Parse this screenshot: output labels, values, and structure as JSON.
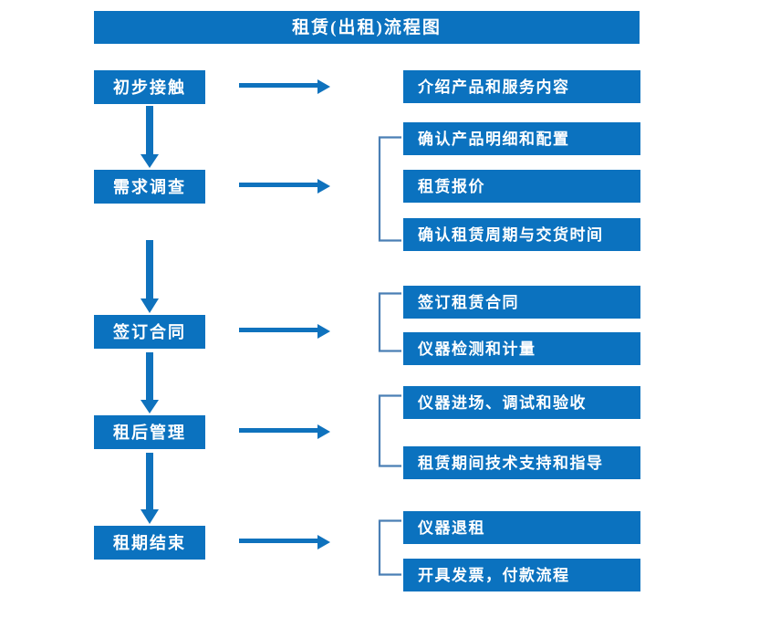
{
  "diagram": {
    "title": "租赁(出租)流程图",
    "colors": {
      "box_fill": "#0b72bf",
      "box_text": "#ffffff",
      "arrow": "#0f72bd",
      "bracket": "#4a7fb5",
      "background": "#ffffff"
    },
    "stages": [
      {
        "id": "stage-1",
        "label": "初步接触"
      },
      {
        "id": "stage-2",
        "label": "需求调查"
      },
      {
        "id": "stage-3",
        "label": "签订合同"
      },
      {
        "id": "stage-4",
        "label": "租后管理"
      },
      {
        "id": "stage-5",
        "label": "租期结束"
      }
    ],
    "detail_groups": [
      {
        "id": "group-1",
        "stage": "初步接触",
        "has_bracket": false,
        "items": [
          {
            "label": "介绍产品和服务内容"
          }
        ]
      },
      {
        "id": "group-2",
        "stage": "需求调查",
        "has_bracket": true,
        "items": [
          {
            "label": "确认产品明细和配置"
          },
          {
            "label": "租赁报价"
          },
          {
            "label": "确认租赁周期与交货时间"
          }
        ]
      },
      {
        "id": "group-3",
        "stage": "签订合同",
        "has_bracket": true,
        "items": [
          {
            "label": "签订租赁合同"
          },
          {
            "label": "仪器检测和计量"
          }
        ]
      },
      {
        "id": "group-4",
        "stage": "租后管理",
        "has_bracket": true,
        "items": [
          {
            "label": "仪器进场、调试和验收"
          },
          {
            "label": "租赁期间技术支持和指导"
          }
        ]
      },
      {
        "id": "group-5",
        "stage": "租期结束",
        "has_bracket": true,
        "items": [
          {
            "label": "仪器退租"
          },
          {
            "label": "开具发票，付款流程"
          }
        ]
      }
    ],
    "connectors": {
      "horizontal_arrows": 5,
      "vertical_arrows": 4
    }
  }
}
